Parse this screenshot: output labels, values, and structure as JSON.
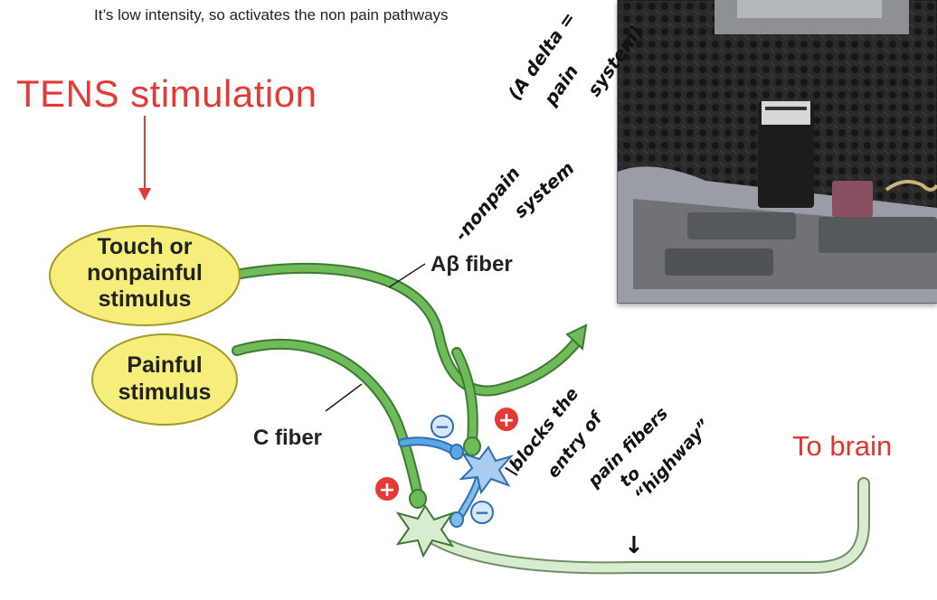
{
  "note": "It’s low intensity, so activates the non pain pathways",
  "title": "TENS stimulation",
  "to_brain": "To brain",
  "diagram": {
    "touch_label": [
      "Touch or",
      "nonpainful",
      "stimulus"
    ],
    "pain_label": [
      "Painful",
      "stimulus"
    ],
    "ab_fiber": "Aβ fiber",
    "c_fiber": "C fiber",
    "plus": "+",
    "minus": "−"
  },
  "handwritten": {
    "a_delta": [
      "(A delta =",
      "pain",
      "system)"
    ],
    "nonpain": [
      "-nonpain",
      "system"
    ],
    "blocks": [
      "\\blocks the",
      "entry of",
      "pain fibers",
      "to",
      "“highway”"
    ],
    "arrow": "↓"
  },
  "colors": {
    "title": "#e53935",
    "fiber_green": "#5aa84a",
    "inhibitory_blue": "#3b8fd1",
    "stimulus_yellow": "#f6ee7a",
    "projection_green": "#c9e6bd"
  }
}
